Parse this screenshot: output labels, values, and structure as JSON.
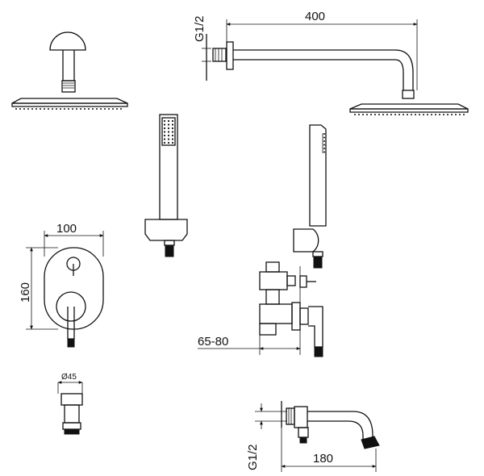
{
  "dimensions": {
    "arm_thread": "G1/2",
    "arm_length": "400",
    "valve_width": "100",
    "valve_height": "160",
    "wall_depth": "65-80",
    "outlet_diameter": "Ø45",
    "spout_thread": "G1/2",
    "spout_length": "180"
  },
  "colors": {
    "line": "#111111",
    "background": "#ffffff"
  }
}
